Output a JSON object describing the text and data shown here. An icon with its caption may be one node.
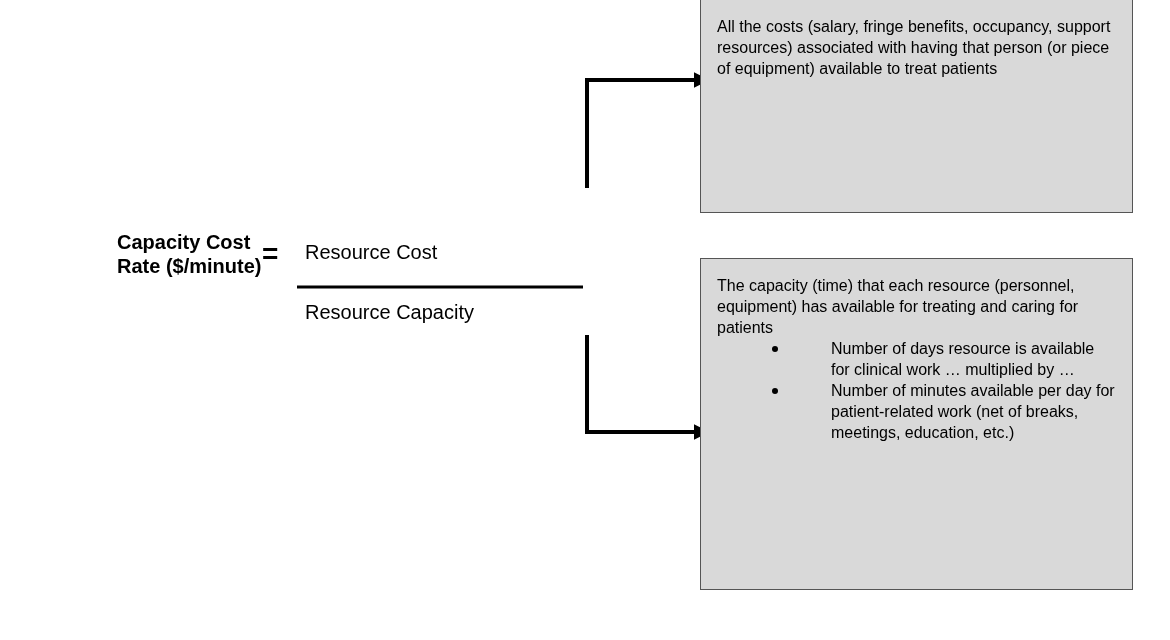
{
  "diagram": {
    "nodes": [
      {
        "text": [
          "Resource Cost"
        ]
      },
      {
        "text": [
          "All the costs (salary, fringe benefits, occupancy, support resources) associated with having that person (or piece of equipment) available to treat patients"
        ]
      },
      {
        "text": [
          "Resource Capacity"
        ]
      },
      {
        "text": [
          "The capacity (time) that each resource (personnel, equipment) has available for treating and caring for patients",
          "Number of days resource is available for clinical work … multiplied by …",
          "Number of minutes available per day for patient-related work (net of breaks, meetings, education, etc.)"
        ]
      }
    ],
    "edges": [
      {
        "from": null,
        "to": 1,
        "arrow": "to"
      },
      {
        "from": null,
        "to": 3,
        "arrow": "to"
      }
    ],
    "labels": [
      "Capacity Cost Rate ($/minute)",
      "="
    ]
  }
}
